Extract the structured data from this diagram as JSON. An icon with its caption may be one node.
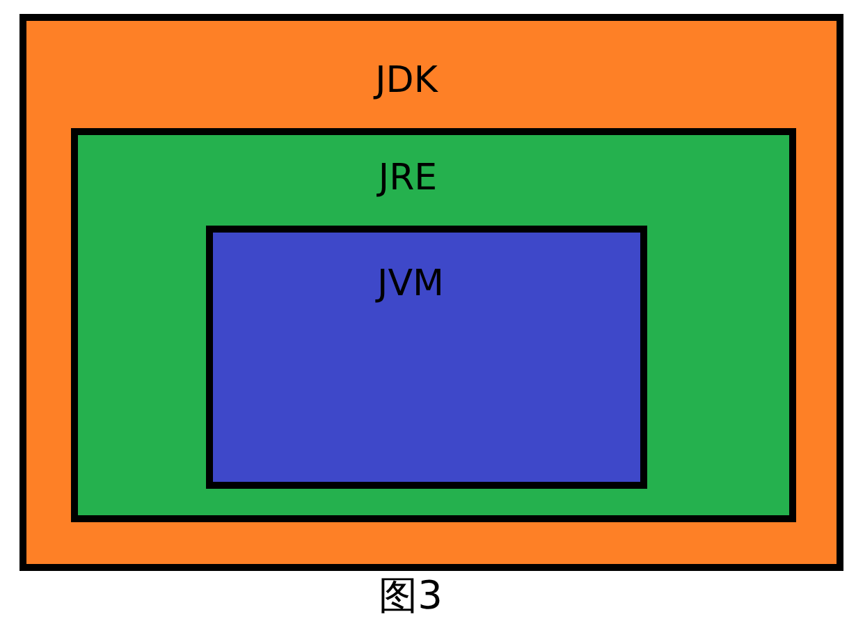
{
  "diagram": {
    "caption": "图3",
    "nodes": [
      {
        "text": [
          "JDK"
        ]
      },
      {
        "text": [
          "JRE"
        ],
        "in": 0
      },
      {
        "text": [
          "JVM"
        ],
        "in": 1
      }
    ]
  }
}
